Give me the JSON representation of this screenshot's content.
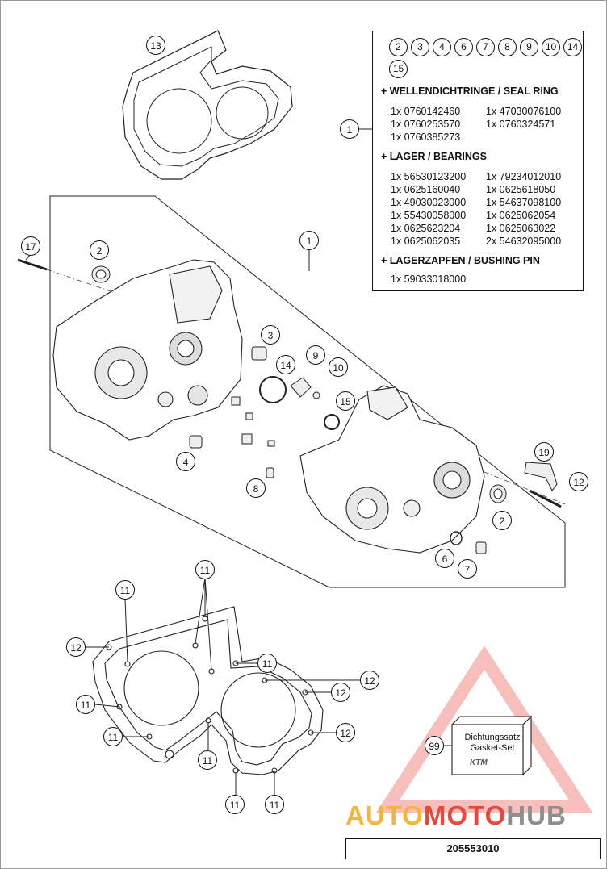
{
  "callouts": [
    {
      "id": "c13",
      "label": "13"
    },
    {
      "id": "c1a",
      "label": "1"
    },
    {
      "id": "c17",
      "label": "17"
    },
    {
      "id": "c2a",
      "label": "2"
    },
    {
      "id": "c1b",
      "label": "1"
    },
    {
      "id": "c3",
      "label": "3"
    },
    {
      "id": "c14",
      "label": "14"
    },
    {
      "id": "c9",
      "label": "9"
    },
    {
      "id": "c10",
      "label": "10"
    },
    {
      "id": "c15",
      "label": "15"
    },
    {
      "id": "c4",
      "label": "4"
    },
    {
      "id": "c8",
      "label": "8"
    },
    {
      "id": "c19",
      "label": "19"
    },
    {
      "id": "c12a",
      "label": "12"
    },
    {
      "id": "c2b",
      "label": "2"
    },
    {
      "id": "c6",
      "label": "6"
    },
    {
      "id": "c7",
      "label": "7"
    },
    {
      "id": "c11a",
      "label": "11"
    },
    {
      "id": "c11b",
      "label": "11"
    },
    {
      "id": "c12b",
      "label": "12"
    },
    {
      "id": "c11c",
      "label": "11"
    },
    {
      "id": "c12c",
      "label": "12"
    },
    {
      "id": "c12d",
      "label": "12"
    },
    {
      "id": "c11d",
      "label": "11"
    },
    {
      "id": "c12e",
      "label": "12"
    },
    {
      "id": "c11e",
      "label": "11"
    },
    {
      "id": "c11f",
      "label": "11"
    },
    {
      "id": "c11g",
      "label": "11"
    },
    {
      "id": "c11h",
      "label": "11"
    },
    {
      "id": "c99",
      "label": "99"
    }
  ],
  "legend": {
    "circles": [
      "2",
      "3",
      "4",
      "6",
      "7",
      "8",
      "9",
      "10",
      "14",
      "15"
    ],
    "seal_heading": "+ WELLENDICHTRINGE / SEAL RING",
    "seal_parts": [
      "1x 0760142460",
      "1x 47030076100",
      "1x 0760253570",
      "1x 0760324571",
      "1x 0760385273",
      ""
    ],
    "bearing_heading": "+ LAGER / BEARINGS",
    "bearing_parts": [
      "1x 56530123200",
      "1x 79234012010",
      "1x 0625160040",
      "1x 0625618050",
      "1x 49030023000",
      "1x 54637098100",
      "1x 55430058000",
      "1x 0625062054",
      "1x 0625623204",
      "1x 0625063022",
      "1x 0625062035",
      "2x 54632095000"
    ],
    "pin_heading": "+ LAGERZAPFEN / BUSHING PIN",
    "pin_part": "1x 59033018000"
  },
  "kit": {
    "line1": "Dichtungssatz",
    "line2": "Gasket-Set",
    "logo": "KTM"
  },
  "watermark": {
    "part1": "AUTO",
    "part2": "MOTO",
    "part3": "HUB"
  },
  "drawing_number": "205553010",
  "colors": {
    "watermark_yellow": "#f4b63a",
    "watermark_red": "#e8473c",
    "watermark_gray": "#8e8e8e",
    "triangle": "#e8473c"
  }
}
